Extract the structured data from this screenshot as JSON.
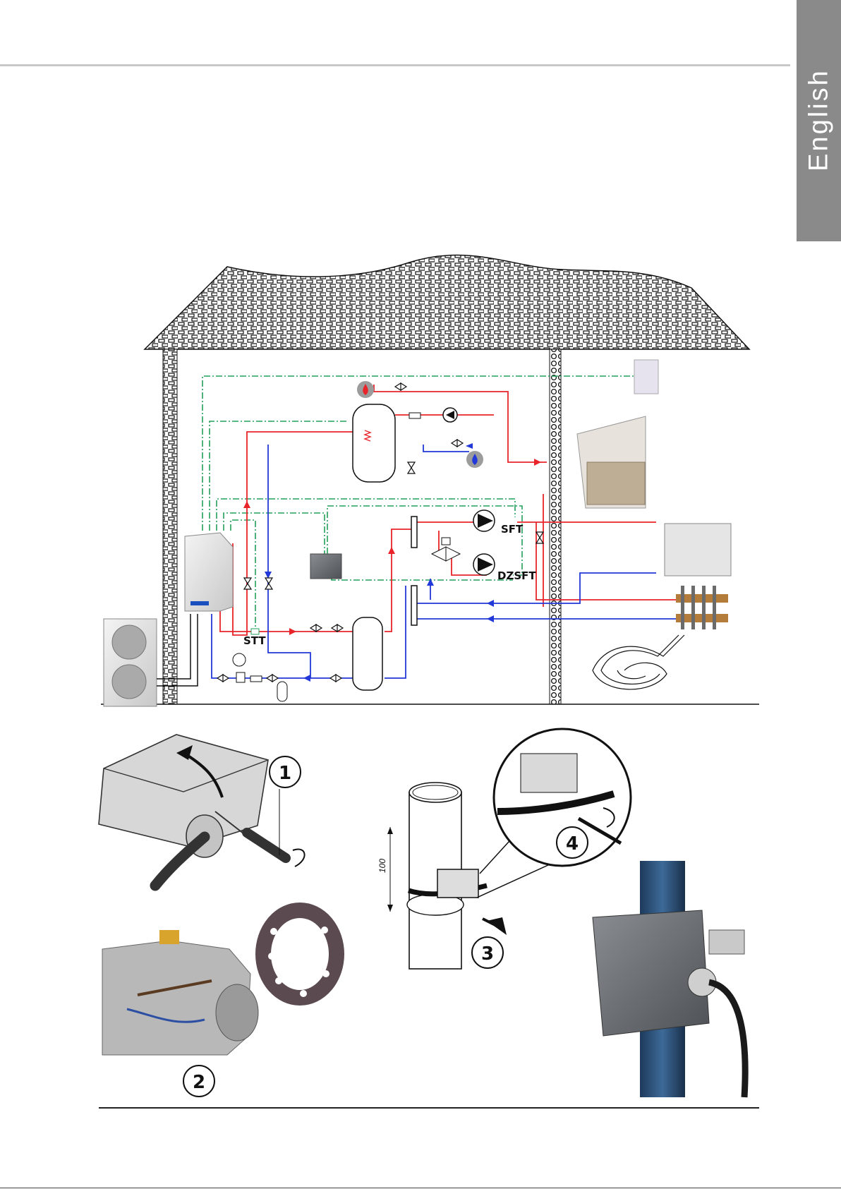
{
  "language_tab": "English",
  "schematic": {
    "sensor_s_tt": "STT",
    "sensor_s_ft_upper": "SFT",
    "sensor_dz_s_ft_lower": "DZSFT"
  },
  "steps": {
    "step1": "1",
    "step2": "2",
    "step3": "3",
    "step4": "4",
    "dimension_label": "100"
  },
  "colors": {
    "flow_hot": "#e8242a",
    "flow_cold": "#2238d8",
    "control_wire": "#22a05a",
    "tab_gray": "#8a8a8a"
  }
}
